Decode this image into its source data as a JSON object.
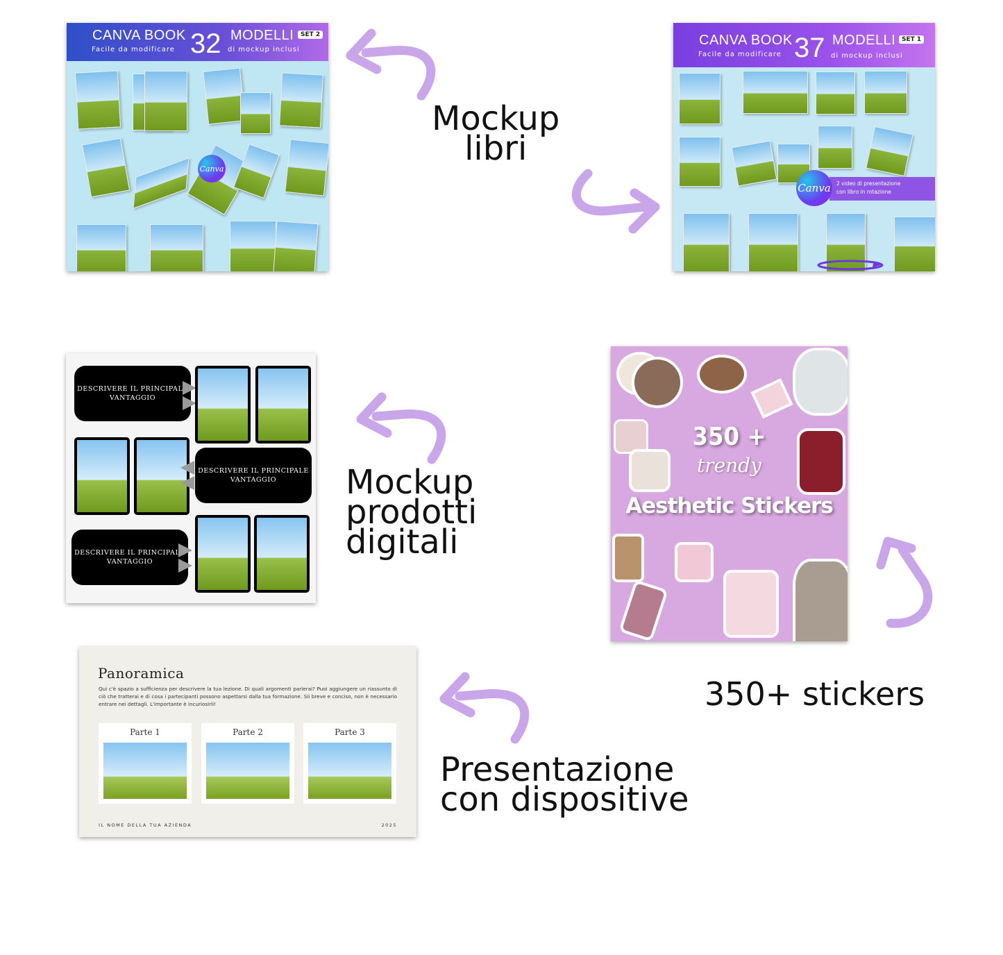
{
  "colors": {
    "arrow": "#c9a6ea",
    "sticker_bg": "#d8a8e0"
  },
  "captions": {
    "libri": [
      "Mockup",
      "libri"
    ],
    "digitali": [
      "Mockup",
      "prodotti",
      "digitali"
    ],
    "stickers": [
      "350+ stickers"
    ],
    "presentazione": [
      "Presentazione",
      "con dispositive"
    ]
  },
  "card_set2": {
    "title": "CANVA BOOK",
    "number": "32",
    "models": "MODELLI",
    "set": "SET 2",
    "subtitle_left": "Facile da modificare",
    "subtitle_right": "di mockup inclusi",
    "logo": "Canva"
  },
  "card_set1": {
    "title": "CANVA BOOK",
    "number": "37",
    "models": "MODELLI",
    "set": "SET 1",
    "subtitle_left": "Facile da modificare",
    "subtitle_right": "di mockup inclusi",
    "logo": "Canva",
    "video_note_1": "2 video di presentazione",
    "video_note_2": "con libro in rotazione"
  },
  "digital": {
    "block1": [
      "DESCRIVERE IL PRINCIPALE",
      "VANTAGGIO"
    ],
    "block2": [
      "DESCRIVERE IL PRINCIPALE",
      "VANTAGGIO"
    ],
    "block3": [
      "DESCRIVERE IL PRINCIPALE",
      "VANTAGGIO"
    ]
  },
  "stickers_card": {
    "count": "350 +",
    "trendy": "trendy",
    "title": "Aesthetic Stickers"
  },
  "slide": {
    "title": "Panoramica",
    "body": "Qui c'è spazio a sufficienza per descrivere la tua lezione. Di quali argomenti parlerai? Puoi aggiungere un riassunto di ciò che tratterai e di cosa i partecipanti possono aspettarsi dalla tua formazione. Sii breve e conciso, non è necessario entrare nei dettagli. L'importante è incuriosirli!",
    "parts": [
      "Parte 1",
      "Parte 2",
      "Parte 3"
    ],
    "footer_left": "IL NOME DELLA TUA AZIENDA",
    "footer_right": "2025"
  }
}
